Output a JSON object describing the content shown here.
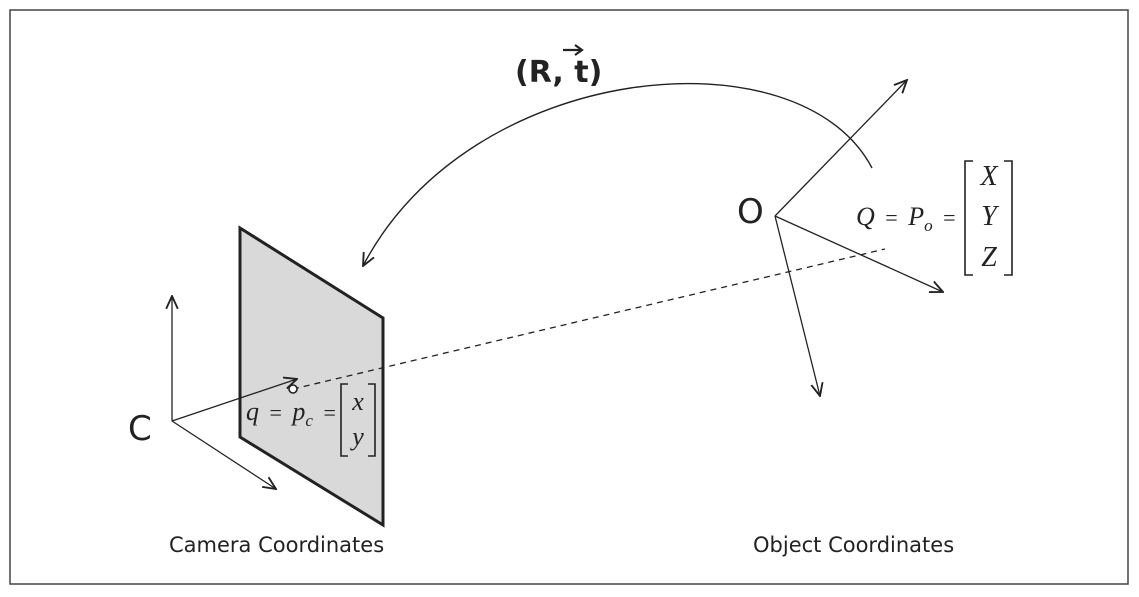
{
  "transform": {
    "label_prefix": "(R, ",
    "label_t": "t",
    "label_suffix": ")"
  },
  "camera": {
    "origin_label": "C",
    "caption": "Camera Coordinates",
    "point": {
      "lhs": "q",
      "eq1": "=",
      "p": "p",
      "sub": "c",
      "eq2": "=",
      "entries": [
        "x",
        "y"
      ]
    }
  },
  "object": {
    "origin_label": "O",
    "caption": "Object Coordinates",
    "point": {
      "lhs": "Q",
      "eq1": "=",
      "p": "P",
      "sub": "o",
      "eq2": "=",
      "entries": [
        "X",
        "Y",
        "Z"
      ]
    }
  },
  "colors": {
    "stroke": "#222222",
    "plane_fill": "#d9d9d9",
    "frame": "#444444"
  }
}
